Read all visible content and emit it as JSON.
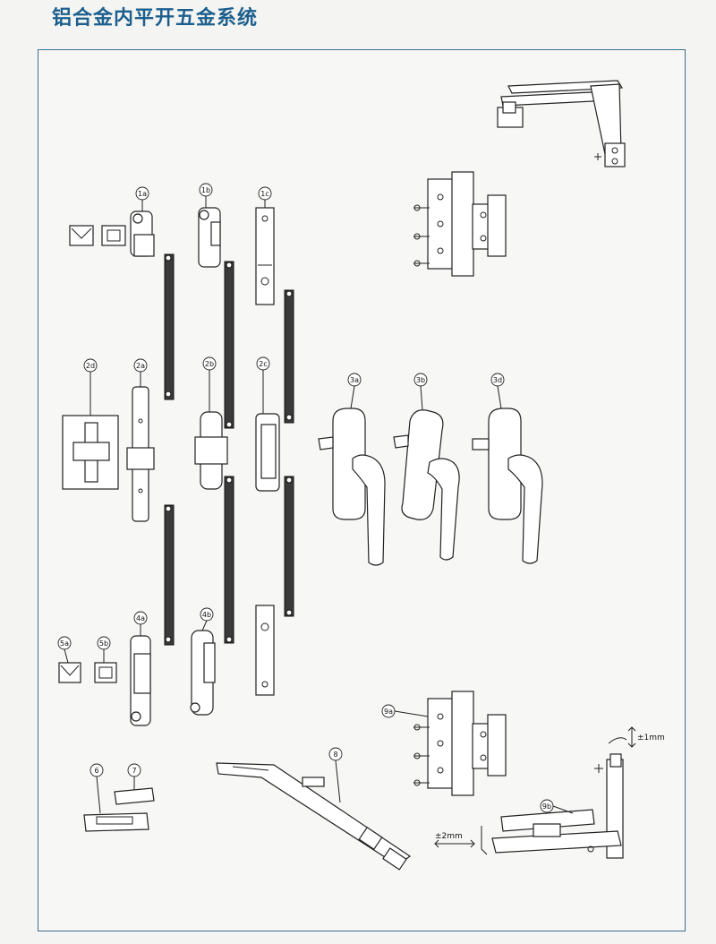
{
  "page": {
    "title": "铝合金内平开五金系统"
  },
  "labels": {
    "1a": "1a",
    "1b": "1b",
    "1c": "1c",
    "2a": "2a",
    "2b": "2b",
    "2c": "2c",
    "2d": "2d",
    "3a": "3a",
    "3b": "3b",
    "3d": "3d",
    "4a": "4a",
    "4b": "4b",
    "5a": "5a",
    "5b": "5b",
    "6": "6",
    "7": "7",
    "8": "8",
    "9a": "9a",
    "9b": "9b"
  },
  "dimensions": {
    "adjust_1mm": "±1mm",
    "adjust_2mm": "±2mm"
  },
  "colors": {
    "title": "#1c5f8e",
    "frame": "#3d6f90",
    "line": "#222222",
    "bar": "#3a3a3a"
  }
}
